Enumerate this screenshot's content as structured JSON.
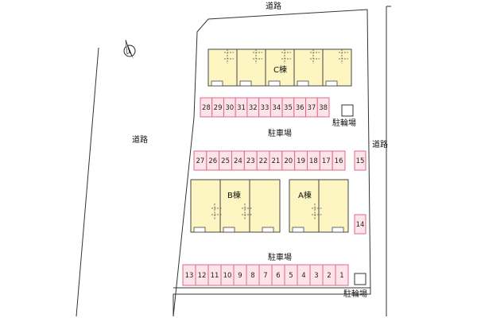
{
  "labels": {
    "road_top": "道路",
    "road_left": "道路",
    "road_right": "道路",
    "building_c": "C棟",
    "building_b": "B棟",
    "building_a": "A棟",
    "parking_upper": "駐車場",
    "parking_lower": "駐車場",
    "bike_upper": "駐輪場",
    "bike_lower": "駐輪場"
  },
  "compass": {
    "symbol": "north-arrow"
  },
  "parking": {
    "row_top": [
      "28",
      "29",
      "30",
      "31",
      "32",
      "33",
      "34",
      "35",
      "36",
      "37",
      "38"
    ],
    "row_middle": [
      "27",
      "26",
      "25",
      "24",
      "23",
      "22",
      "21",
      "20",
      "19",
      "18",
      "17",
      "16"
    ],
    "single_upper": "15",
    "single_lower": "14",
    "row_bottom": [
      "13",
      "12",
      "11",
      "10",
      "9",
      "8",
      "7",
      "6",
      "5",
      "4",
      "3",
      "2",
      "1"
    ]
  },
  "colors": {
    "building_fill": "#fdf6c2",
    "slot_fill": "#fde4ea",
    "slot_border": "#e06a84"
  }
}
